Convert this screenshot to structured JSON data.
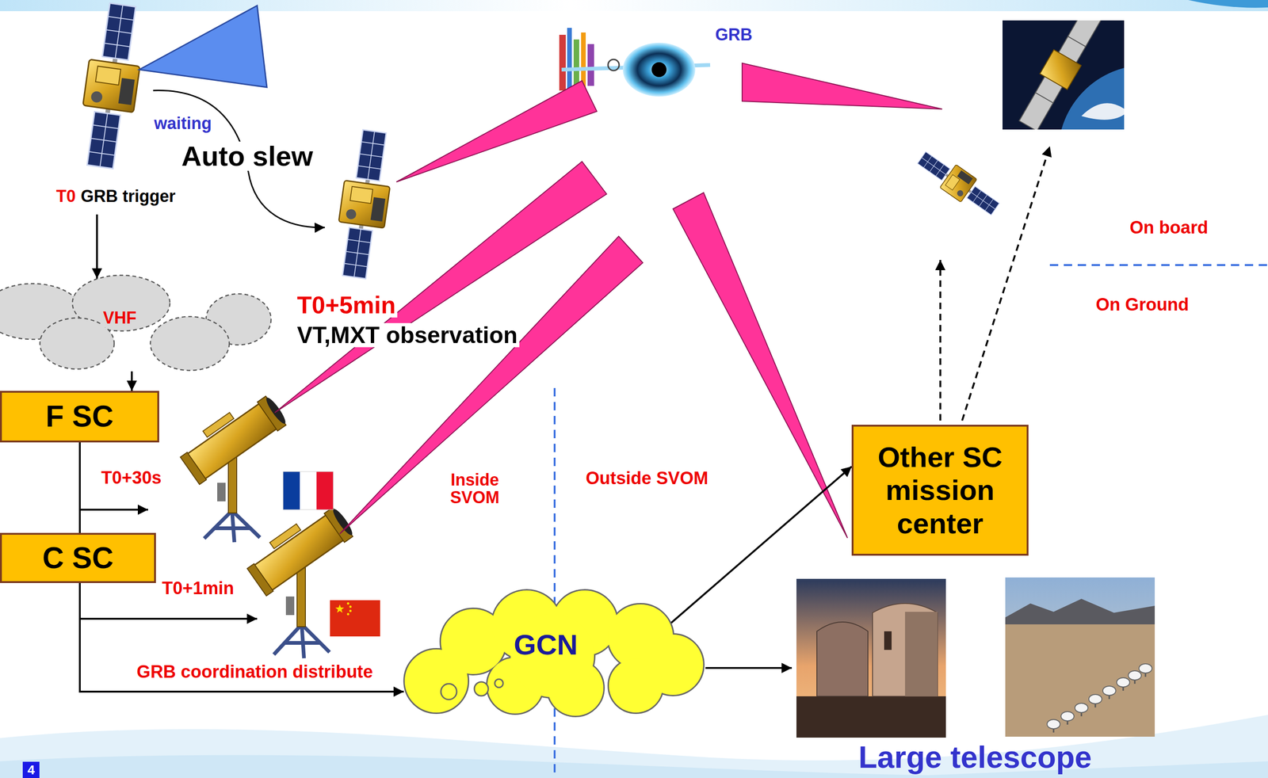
{
  "diagram": {
    "nodes": [
      {
        "text": [
          "VHF"
        ]
      },
      {
        "text": [
          "F SC"
        ]
      },
      {
        "text": [
          "C SC"
        ]
      },
      {
        "text": [
          "GCN"
        ]
      },
      {
        "text": [
          "Other SC mission center"
        ]
      },
      {
        "text": [
          "Large telescope"
        ]
      }
    ],
    "edges": [
      {
        "from": 0,
        "to": 1,
        "arrow": "to"
      },
      {
        "from": 1,
        "to": 2,
        "arrow": "none"
      },
      {
        "from": 2,
        "to": 3,
        "label": "GRB coordination distribute",
        "arrow": "to"
      },
      {
        "from": 3,
        "to": 4,
        "arrow": "to"
      },
      {
        "from": 3,
        "to": 5,
        "arrow": "to"
      }
    ],
    "labels": [
      "waiting",
      "Auto slew",
      "T0",
      "GRB trigger",
      "T0+5min",
      "VT,MXT observation",
      "GRB",
      "T0+30s",
      "T0+1min",
      "Inside SVOM",
      "Outside SVOM",
      "On board",
      "On Ground",
      "4"
    ]
  }
}
